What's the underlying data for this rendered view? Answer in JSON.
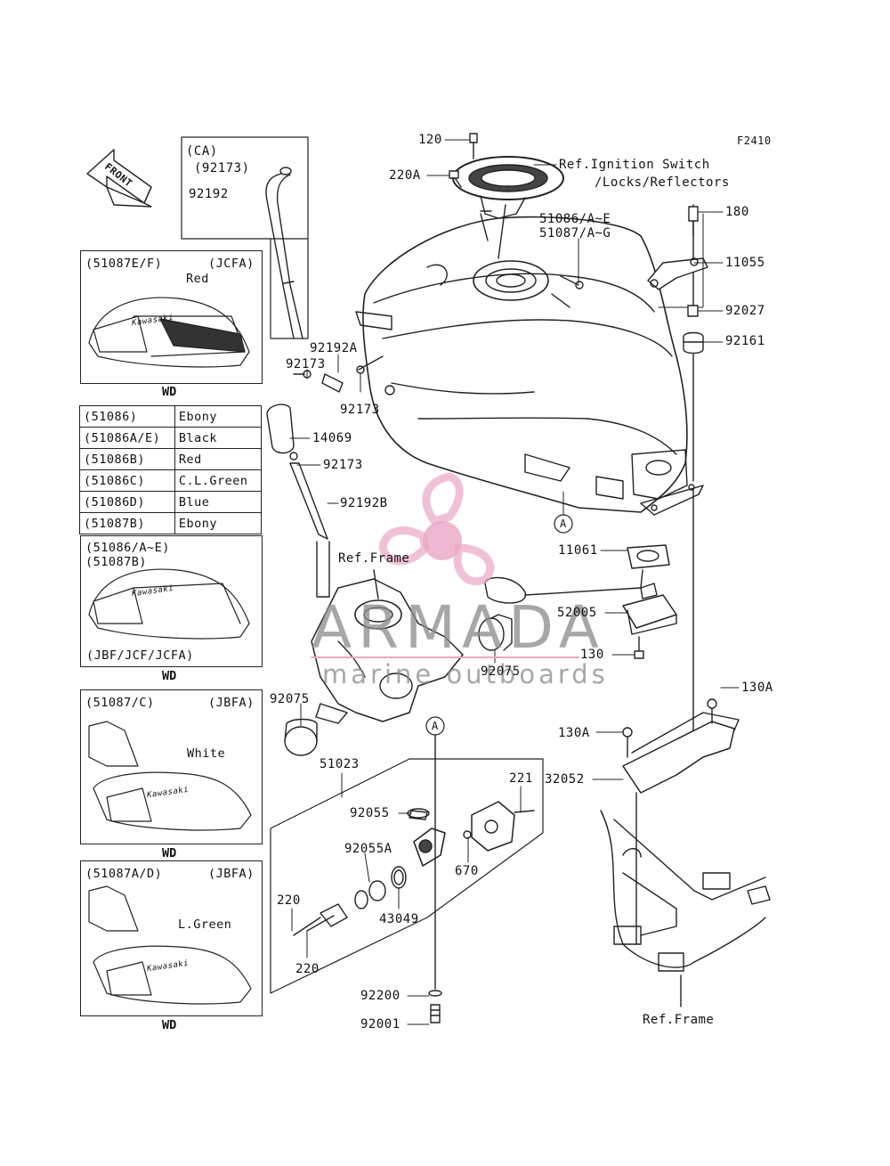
{
  "figure_code": "F2410",
  "front_label": "FRONT",
  "watermark": {
    "brand": "ARMADA",
    "tagline": "marine outboards",
    "accent": "#e9a6c4"
  },
  "colors": {
    "line": "#222222",
    "watermark_pink": "#e9a6c4"
  },
  "inset_ca": {
    "title": "(CA)",
    "part1": "(92173)",
    "part2": "92192"
  },
  "variant_boxes": [
    {
      "code": "(51087E/F)",
      "frame": "(JCFA)",
      "color": "Red",
      "brand": "Kawasaki",
      "footer": "WD"
    },
    {
      "code": "(51086/A~E)",
      "code2": "(51087B)",
      "frame": "(JBF/JCF/JCFA)",
      "brand": "Kawasaki",
      "footer": "WD"
    },
    {
      "code": "(51087/C)",
      "frame": "(JBFA)",
      "color": "White",
      "brand": "Kawasaki",
      "footer": "WD"
    },
    {
      "code": "(51087A/D)",
      "frame": "(JBFA)",
      "color": "L.Green",
      "brand": "Kawasaki",
      "footer": "WD"
    }
  ],
  "color_table": [
    {
      "part": "(51086)",
      "color": "Ebony"
    },
    {
      "part": "(51086A/E)",
      "color": "Black"
    },
    {
      "part": "(51086B)",
      "color": "Red"
    },
    {
      "part": "(51086C)",
      "color": "C.L.Green"
    },
    {
      "part": "(51086D)",
      "color": "Blue"
    },
    {
      "part": "(51087B)",
      "color": "Ebony"
    }
  ],
  "labels": {
    "p120": "120",
    "p220A": "220A",
    "ref_ignition_1": "Ref.Ignition Switch",
    "ref_ignition_2": "/Locks/Reflectors",
    "tank_1": "51086/A~E",
    "tank_2": "51087/A~G",
    "p180": "180",
    "p11055": "11055",
    "p92027": "92027",
    "p92161": "92161",
    "p92192A": "92192A",
    "p92173a": "92173",
    "p92173b": "92173",
    "p14069": "14069",
    "p92173c": "92173",
    "p92192B": "92192B",
    "ref_frame": "Ref.Frame",
    "callout_a": "A",
    "p11061": "11061",
    "p52005": "52005",
    "p130": "130",
    "p92075a": "92075",
    "p92075b": "92075",
    "p130A_1": "130A",
    "p130A_2": "130A",
    "p32052": "32052",
    "p51023": "51023",
    "callout_a2": "A",
    "p221": "221",
    "p92055": "92055",
    "p92055A": "92055A",
    "p670": "670",
    "p43049": "43049",
    "p220a": "220",
    "p220b": "220",
    "p92200": "92200",
    "p92001": "92001",
    "ref_frame2": "Ref.Frame"
  }
}
